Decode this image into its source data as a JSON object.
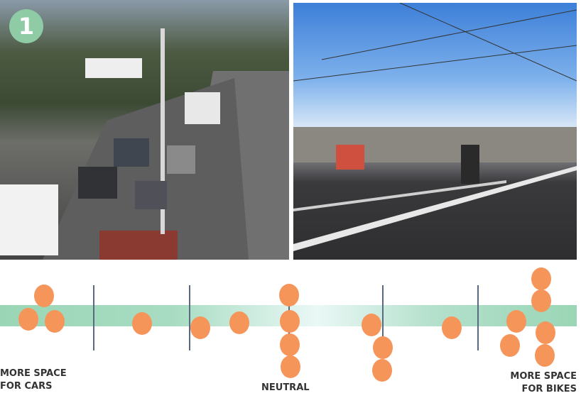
{
  "badge": {
    "number": "1"
  },
  "scale": {
    "left_label_line1": "MORE SPACE",
    "left_label_line2": "FOR CARS",
    "center_label": "NEUTRAL",
    "right_label_line1": "MORE SPACE",
    "right_label_line2": "FOR BIKES"
  },
  "colors": {
    "accent": "#8fcca6",
    "dot": "#f6955a",
    "band": "#9ad6b6"
  }
}
